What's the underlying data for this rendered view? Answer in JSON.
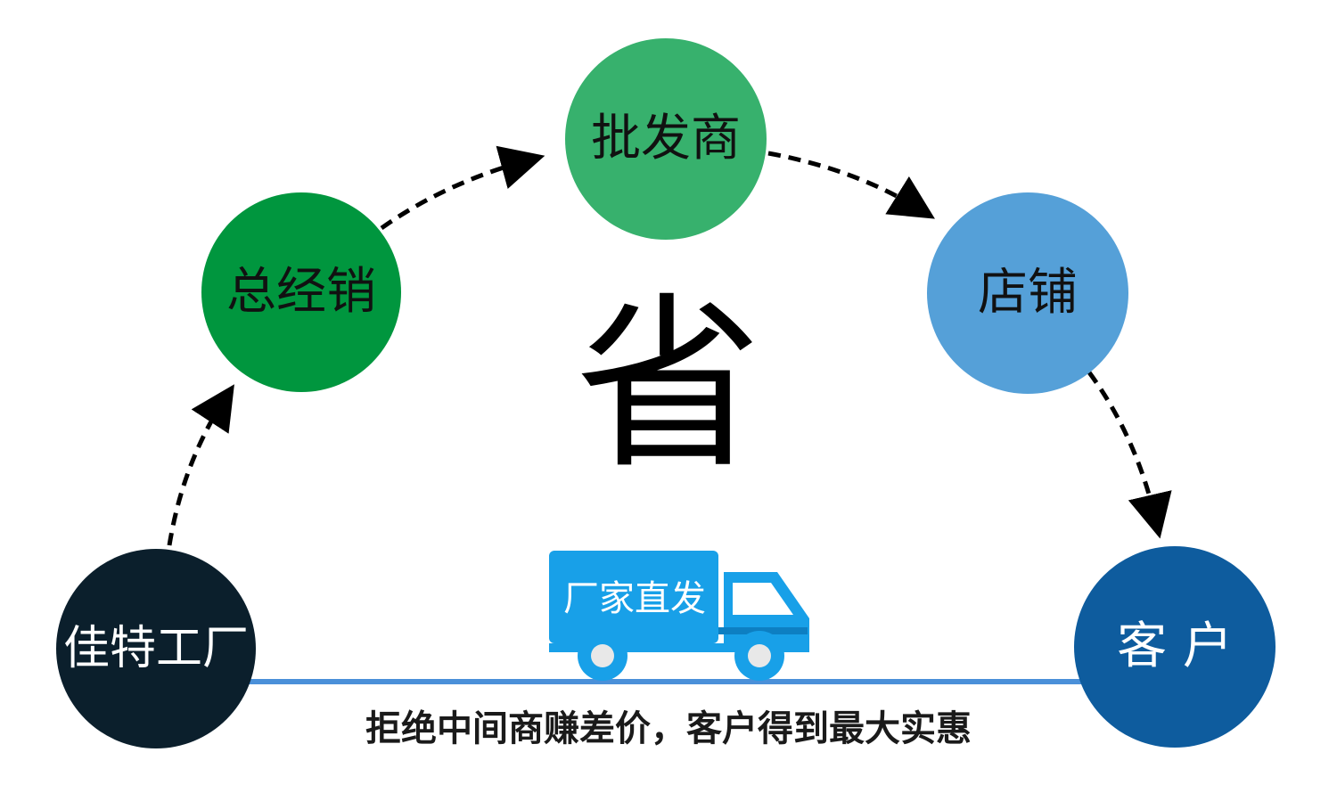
{
  "nodes": {
    "factory": "佳特工厂",
    "distributor": "总经销",
    "wholesaler": "批发商",
    "store": "店铺",
    "customer": "客 户"
  },
  "center_char": "省",
  "truck_label": "厂家直发",
  "slogan": "拒绝中间商赚差价，客户得到最大实惠",
  "colors": {
    "factory": "#0b1f2c",
    "distributor": "#00963e",
    "wholesaler": "#37b16d",
    "store": "#55a0d8",
    "customer": "#0e5c9e",
    "truck": "#18a0e8",
    "ground_line": "#4a90d9"
  }
}
